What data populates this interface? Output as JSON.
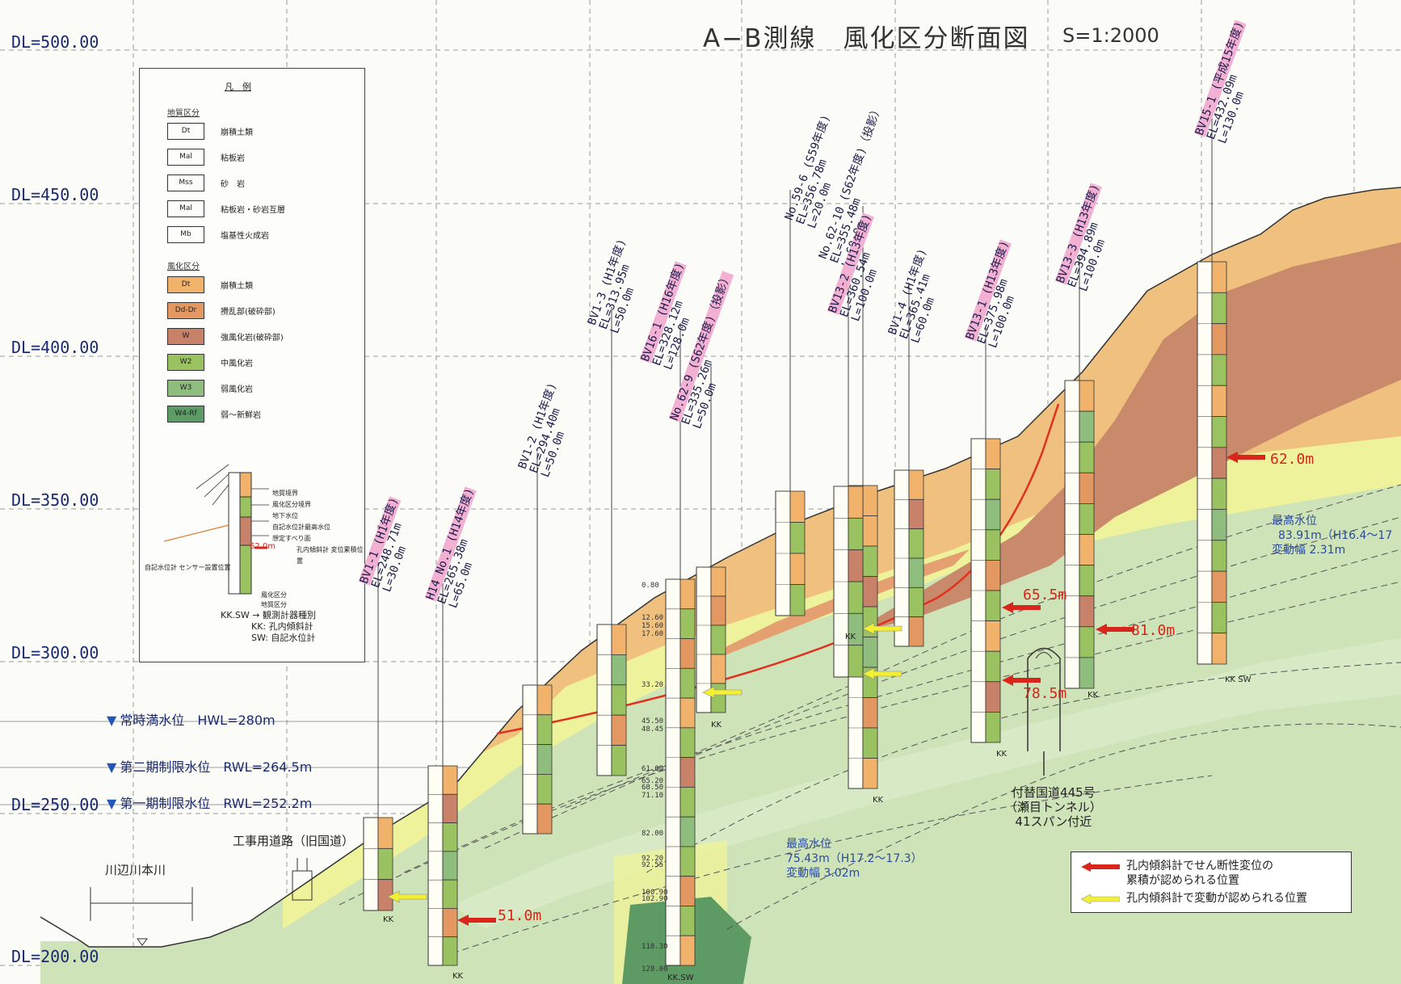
{
  "title": "A−B測線　風化区分断面図",
  "scale": "S=1:2000",
  "datum_levels": [
    "DL=500.00",
    "DL=450.00",
    "DL=400.00",
    "DL=350.00",
    "DL=300.00",
    "DL=250.00",
    "DL=200.00"
  ],
  "water_levels": [
    {
      "label": "常時満水位　HWL=280m"
    },
    {
      "label": "第二期制限水位　RWL=264.5m"
    },
    {
      "label": "第一期制限水位　RWL=252.2m"
    }
  ],
  "legend": {
    "title": "凡　例",
    "geology_title": "地質区分",
    "geology": [
      {
        "code": "Dt",
        "label": "崩積土類"
      },
      {
        "code": "Mal",
        "label": "粘板岩"
      },
      {
        "code": "Mss",
        "label": "砂　岩"
      },
      {
        "code": "Mal",
        "label": "粘板岩・砂岩互層"
      },
      {
        "code": "Mb",
        "label": "塩基性火成岩"
      }
    ],
    "weathering_title": "風化区分",
    "weathering": [
      {
        "code": "Dt",
        "label": "崩積土類",
        "color": "#f1b36b"
      },
      {
        "code": "Dd-Dr",
        "label": "攪乱部(破砕部)",
        "color": "#e39862"
      },
      {
        "code": "W",
        "label": "強風化岩(破砕部)",
        "color": "#c9826a"
      },
      {
        "code": "W2",
        "label": "中風化岩",
        "color": "#9bc261"
      },
      {
        "code": "W3",
        "label": "弱風化岩",
        "color": "#8fbd7d"
      },
      {
        "code": "W4-Rf",
        "label": "弱～新鮮岩",
        "color": "#5d9b67"
      }
    ],
    "sample_label": "62.0m",
    "sample_notes": [
      "地質境界",
      "風化区分境界",
      "地下水位",
      "自記水位計最高水位",
      "想定すべり面",
      "孔内傾斜計 変位累積位置",
      "自記水位計 センサー設置位置",
      "風化区分",
      "地質区分"
    ],
    "instrument_notes": [
      "KK.SW → 観測計器種別",
      "KK: 孔内傾斜計",
      "SW: 自記水位計"
    ]
  },
  "boreholes": [
    {
      "name": "BV1-1 (H1年度)",
      "el": "EL=248.71m",
      "l": "L=30.0m",
      "highlight": true
    },
    {
      "name": "H14 No.1 (H14年度)",
      "el": "EL=265.38m",
      "l": "L=65.0m",
      "highlight": true
    },
    {
      "name": "BV1-2 (H1年度)",
      "el": "EL=294.40m",
      "l": "L=50.0m",
      "highlight": false
    },
    {
      "name": "BV1-3 (H1年度)",
      "el": "EL=313.95m",
      "l": "L=50.0m",
      "highlight": false
    },
    {
      "name": "BV16-1 (H16年度)",
      "el": "EL=328.12m",
      "l": "L=128.0m",
      "highlight": true
    },
    {
      "name": "No.62-9 (S62年度)（投影）",
      "el": "EL=335.26m",
      "l": "L=50.0m",
      "highlight": true
    },
    {
      "name": "No.59-6 (S59年度)",
      "el": "EL=356.78m",
      "l": "L=20.0m",
      "highlight": false
    },
    {
      "name": "No.62-10 (S62年度)（投影）",
      "el": "EL=355.48m",
      "l": "L=60.0m",
      "highlight": false
    },
    {
      "name": "BV13-2 (H13年度)",
      "el": "EL=360.54m",
      "l": "L=100.0m",
      "highlight": true
    },
    {
      "name": "BV1-4 (H1年度)",
      "el": "EL=365.41m",
      "l": "L=60.0m",
      "highlight": false
    },
    {
      "name": "BV13-1 (H13年度)",
      "el": "EL=375.98m",
      "l": "L=100.0m",
      "highlight": true
    },
    {
      "name": "BV13-3 (H13年度)",
      "el": "EL=394.89m",
      "l": "L=100.0m",
      "highlight": true
    },
    {
      "name": "BV15-1 (平成15年度)",
      "el": "EL=432.09m",
      "l": "L=130.0m",
      "highlight": true
    }
  ],
  "displacements": [
    "51.0m",
    "65.5m",
    "78.5m",
    "81.0m",
    "62.0m"
  ],
  "depth_marks": [
    "0.80",
    "12.60",
    "15.60",
    "17.60",
    "33.20",
    "45.50",
    "48.45",
    "61.00",
    "65.20",
    "68.50",
    "71.10",
    "82.00",
    "92.20",
    "92.55",
    "100.90",
    "102.90",
    "118.30",
    "128.00"
  ],
  "labels": {
    "river": "川辺川本川",
    "road": "工事用道路（旧国道）",
    "tunnel": [
      "付替国道445号",
      "（瀬目トンネル）",
      "41スパン付近"
    ],
    "max_wl_1": [
      "最高水位",
      "75.43m（H17.2～17.3）",
      "変動幅 3.02m"
    ],
    "max_wl_2": [
      "最高水位",
      "83.91m（H16.4～17",
      "変動幅 2.31m"
    ]
  },
  "instrument_tags": [
    "KK",
    "KK",
    "KK",
    "KK.SW",
    "KK",
    "KK",
    "KK",
    "KK",
    "KK SW"
  ],
  "key": {
    "red": [
      "孔内傾斜計でせん断性変位の",
      "累積が認められる位置"
    ],
    "yellow": "孔内傾斜計で変動が認められる位置"
  },
  "colors": {
    "dt": "#f0c07e",
    "yellow": "#eef29a",
    "brown": "#c98a6c",
    "green_light": "#cfe3b9",
    "green_dark": "#5e9a64",
    "red_line": "#e0301e",
    "arrow_red": "#d8261c",
    "arrow_yellow": "#f2ef34"
  }
}
